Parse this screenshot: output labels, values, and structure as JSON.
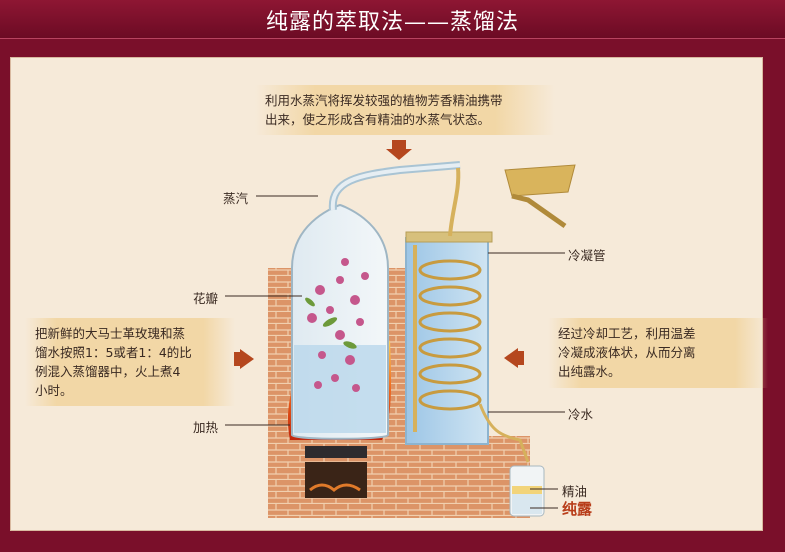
{
  "title": "纯露的萃取法——蒸馏法",
  "notes": {
    "top": [
      "利用水蒸汽将挥发较强的植物芳香精油携带",
      "出来，使之形成含有精油的水蒸气状态。"
    ],
    "left": [
      "把新鲜的大马士革玫瑰和蒸",
      "馏水按照1：5或者1：4的比",
      "例混入蒸馏器中，火上煮4",
      "小时。"
    ],
    "right": [
      "经过冷却工艺，利用温差",
      "冷凝成液体状，从而分离",
      "出纯露水。"
    ]
  },
  "labels": {
    "steam": "蒸汽",
    "petals": "花瓣",
    "heating": "加热",
    "condenser": "冷凝管",
    "cold_water": "冷水",
    "essential_oil": "精油",
    "hydrosol": "纯露"
  },
  "icons": {
    "arrow_down": "arrow-down-icon",
    "arrow_right": "arrow-right-icon",
    "arrow_left": "arrow-left-icon"
  },
  "colors": {
    "banner": "#7a0f2a",
    "panel": "#f6ead9",
    "note_bg": "#f2d7a6",
    "brick": "#d9895a",
    "arrow": "#b5471e",
    "hydrosol_text": "#b83d1a"
  }
}
